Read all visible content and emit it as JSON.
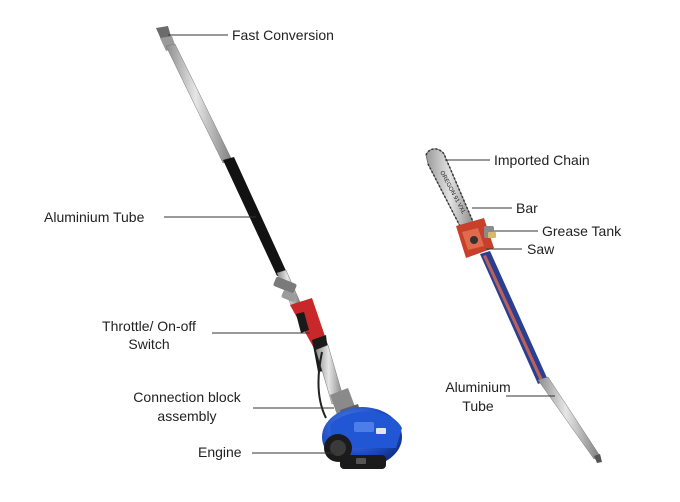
{
  "diagram": {
    "left_tool": {
      "labels": {
        "fast_conversion": "Fast Conversion",
        "aluminium_tube": "Aluminium Tube",
        "throttle_line1": "Throttle/ On-off",
        "throttle_line2": "Switch",
        "connection_line1": "Connection block",
        "connection_line2": "assembly",
        "engine": "Engine"
      }
    },
    "right_tool": {
      "labels": {
        "imported_chain": "Imported Chain",
        "bar": "Bar",
        "grease_tank": "Grease Tank",
        "saw": "Saw",
        "aluminium_line1": "Aluminium",
        "aluminium_line2": "Tube"
      },
      "bar_print": "OREGON 91 VXL"
    },
    "colors": {
      "engine_blue": "#1f4fc4",
      "throttle_red": "#c8282a",
      "tube_silver": "#c9c9c9",
      "grip_black": "#111111",
      "saw_head_red": "#c8402a",
      "pole_navy": "#2a3f8f",
      "leader_line": "#333333"
    }
  }
}
